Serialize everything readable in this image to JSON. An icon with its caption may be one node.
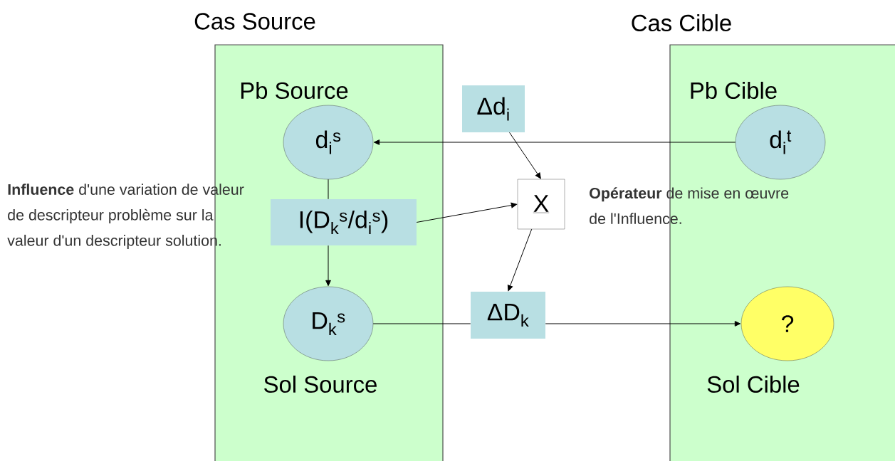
{
  "diagram": {
    "nodes": [
      {
        "text": [
          "Cas Source",
          "Pb Source",
          "Sol Source"
        ]
      },
      {
        "text": [
          "Cas Cible",
          "Pb Cible",
          "Sol Cible"
        ]
      },
      {
        "text": [
          "d$_{i}$$^{s}$"
        ],
        "in": 0
      },
      {
        "text": [
          "I(D$_{k}$$^{s}$/d$_{i}$$^{s}$)"
        ],
        "in": 0
      },
      {
        "text": [
          "D$_{k}$$^{s}$"
        ],
        "in": 0
      },
      {
        "text": [
          "Δd$_{i}$"
        ]
      },
      {
        "text": [
          "X"
        ]
      },
      {
        "text": [
          "ΔD$_{k}$"
        ]
      },
      {
        "text": [
          "d$_{i}$$^{t}$"
        ],
        "in": 1
      },
      {
        "text": [
          "?"
        ],
        "in": 1
      }
    ],
    "edges": [
      {
        "from": 8,
        "to": 2,
        "arrow": "to"
      },
      {
        "from": 2,
        "to": 3,
        "arrow": "none"
      },
      {
        "from": 3,
        "to": 4,
        "arrow": "to"
      },
      {
        "from": 3,
        "to": 6,
        "arrow": "to"
      },
      {
        "from": 5,
        "to": 6,
        "arrow": "to"
      },
      {
        "from": 6,
        "to": 7,
        "arrow": "to"
      },
      {
        "from": 4,
        "to": 7,
        "arrow": "none"
      },
      {
        "from": 7,
        "to": 9,
        "arrow": "to"
      }
    ],
    "labels": [
      "**Influence** d'une variation de valeur de descripteur problème sur la valeur d'un descripteur solution.",
      "**Opérateur** de mise en œuvre de l'Influence."
    ]
  }
}
